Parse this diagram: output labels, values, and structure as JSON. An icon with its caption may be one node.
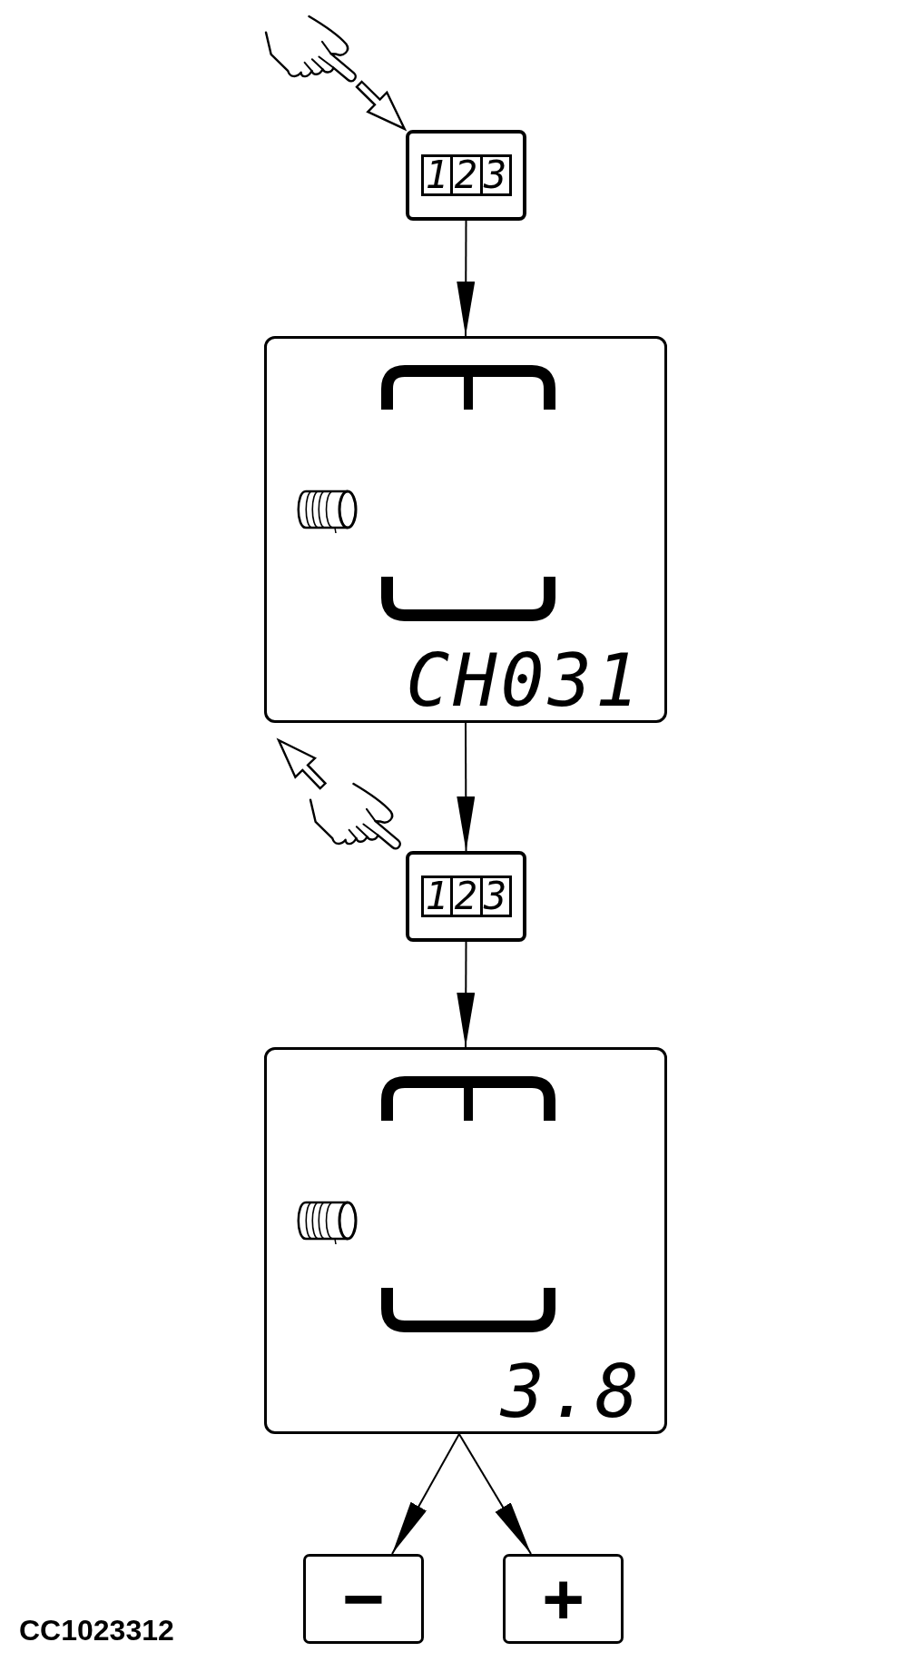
{
  "diagram": {
    "nodes": [
      {
        "text": [
          "123"
        ]
      },
      {
        "text": [
          "CH031"
        ]
      },
      {
        "text": [
          "123"
        ]
      },
      {
        "text": [
          "3.8"
        ]
      },
      {
        "text": [
          "−"
        ]
      },
      {
        "text": [
          "+"
        ]
      }
    ],
    "edges": [
      {
        "from": 0,
        "to": 1,
        "arrow": "to"
      },
      {
        "from": 1,
        "to": 2,
        "arrow": "to"
      },
      {
        "from": 2,
        "to": 3,
        "arrow": "to"
      },
      {
        "from": 3,
        "to": 4,
        "arrow": "to"
      },
      {
        "from": 3,
        "to": 5,
        "arrow": "to"
      }
    ],
    "labels": [
      "CC1023312"
    ]
  }
}
